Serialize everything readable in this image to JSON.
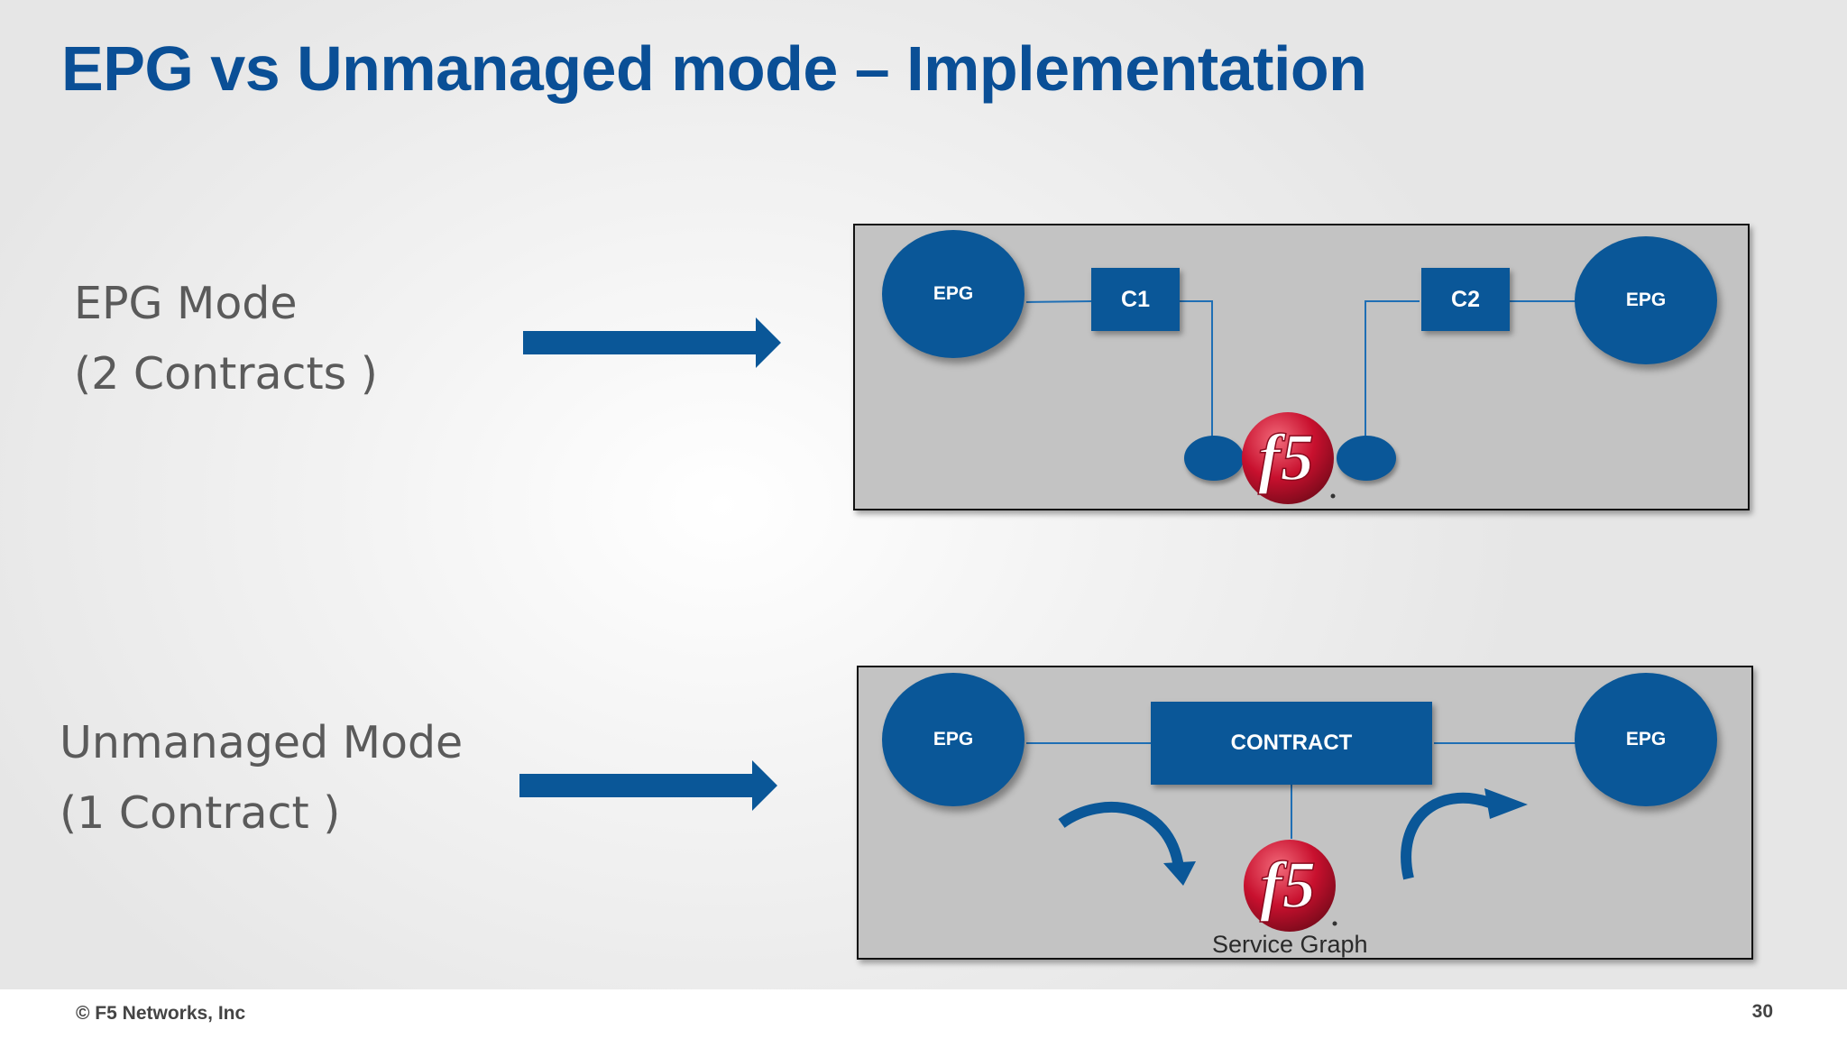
{
  "slide": {
    "title": "EPG vs Unmanaged mode – Implementation",
    "footer_copyright": "© F5 Networks, Inc",
    "page_number": "30"
  },
  "epg_mode": {
    "label_line1": "EPG Mode",
    "label_line2": "(2 Contracts )",
    "left_epg": "EPG",
    "right_epg": "EPG",
    "contract_1": "C1",
    "contract_2": "C2",
    "logo_text": "f5"
  },
  "unmanaged_mode": {
    "label_line1": "Unmanaged Mode",
    "label_line2": "(1 Contract )",
    "left_epg": "EPG",
    "right_epg": "EPG",
    "contract": "CONTRACT",
    "logo_text": "f5",
    "service_graph_label": "Service Graph"
  },
  "colors": {
    "title_blue": "#0a4f96",
    "shape_blue": "#0a5798",
    "panel_gray": "#c3c3c3",
    "f5_red": "#c8102e"
  },
  "icons": [
    "right-arrow-icon",
    "f5-logo-icon",
    "curved-arrow-icon"
  ]
}
